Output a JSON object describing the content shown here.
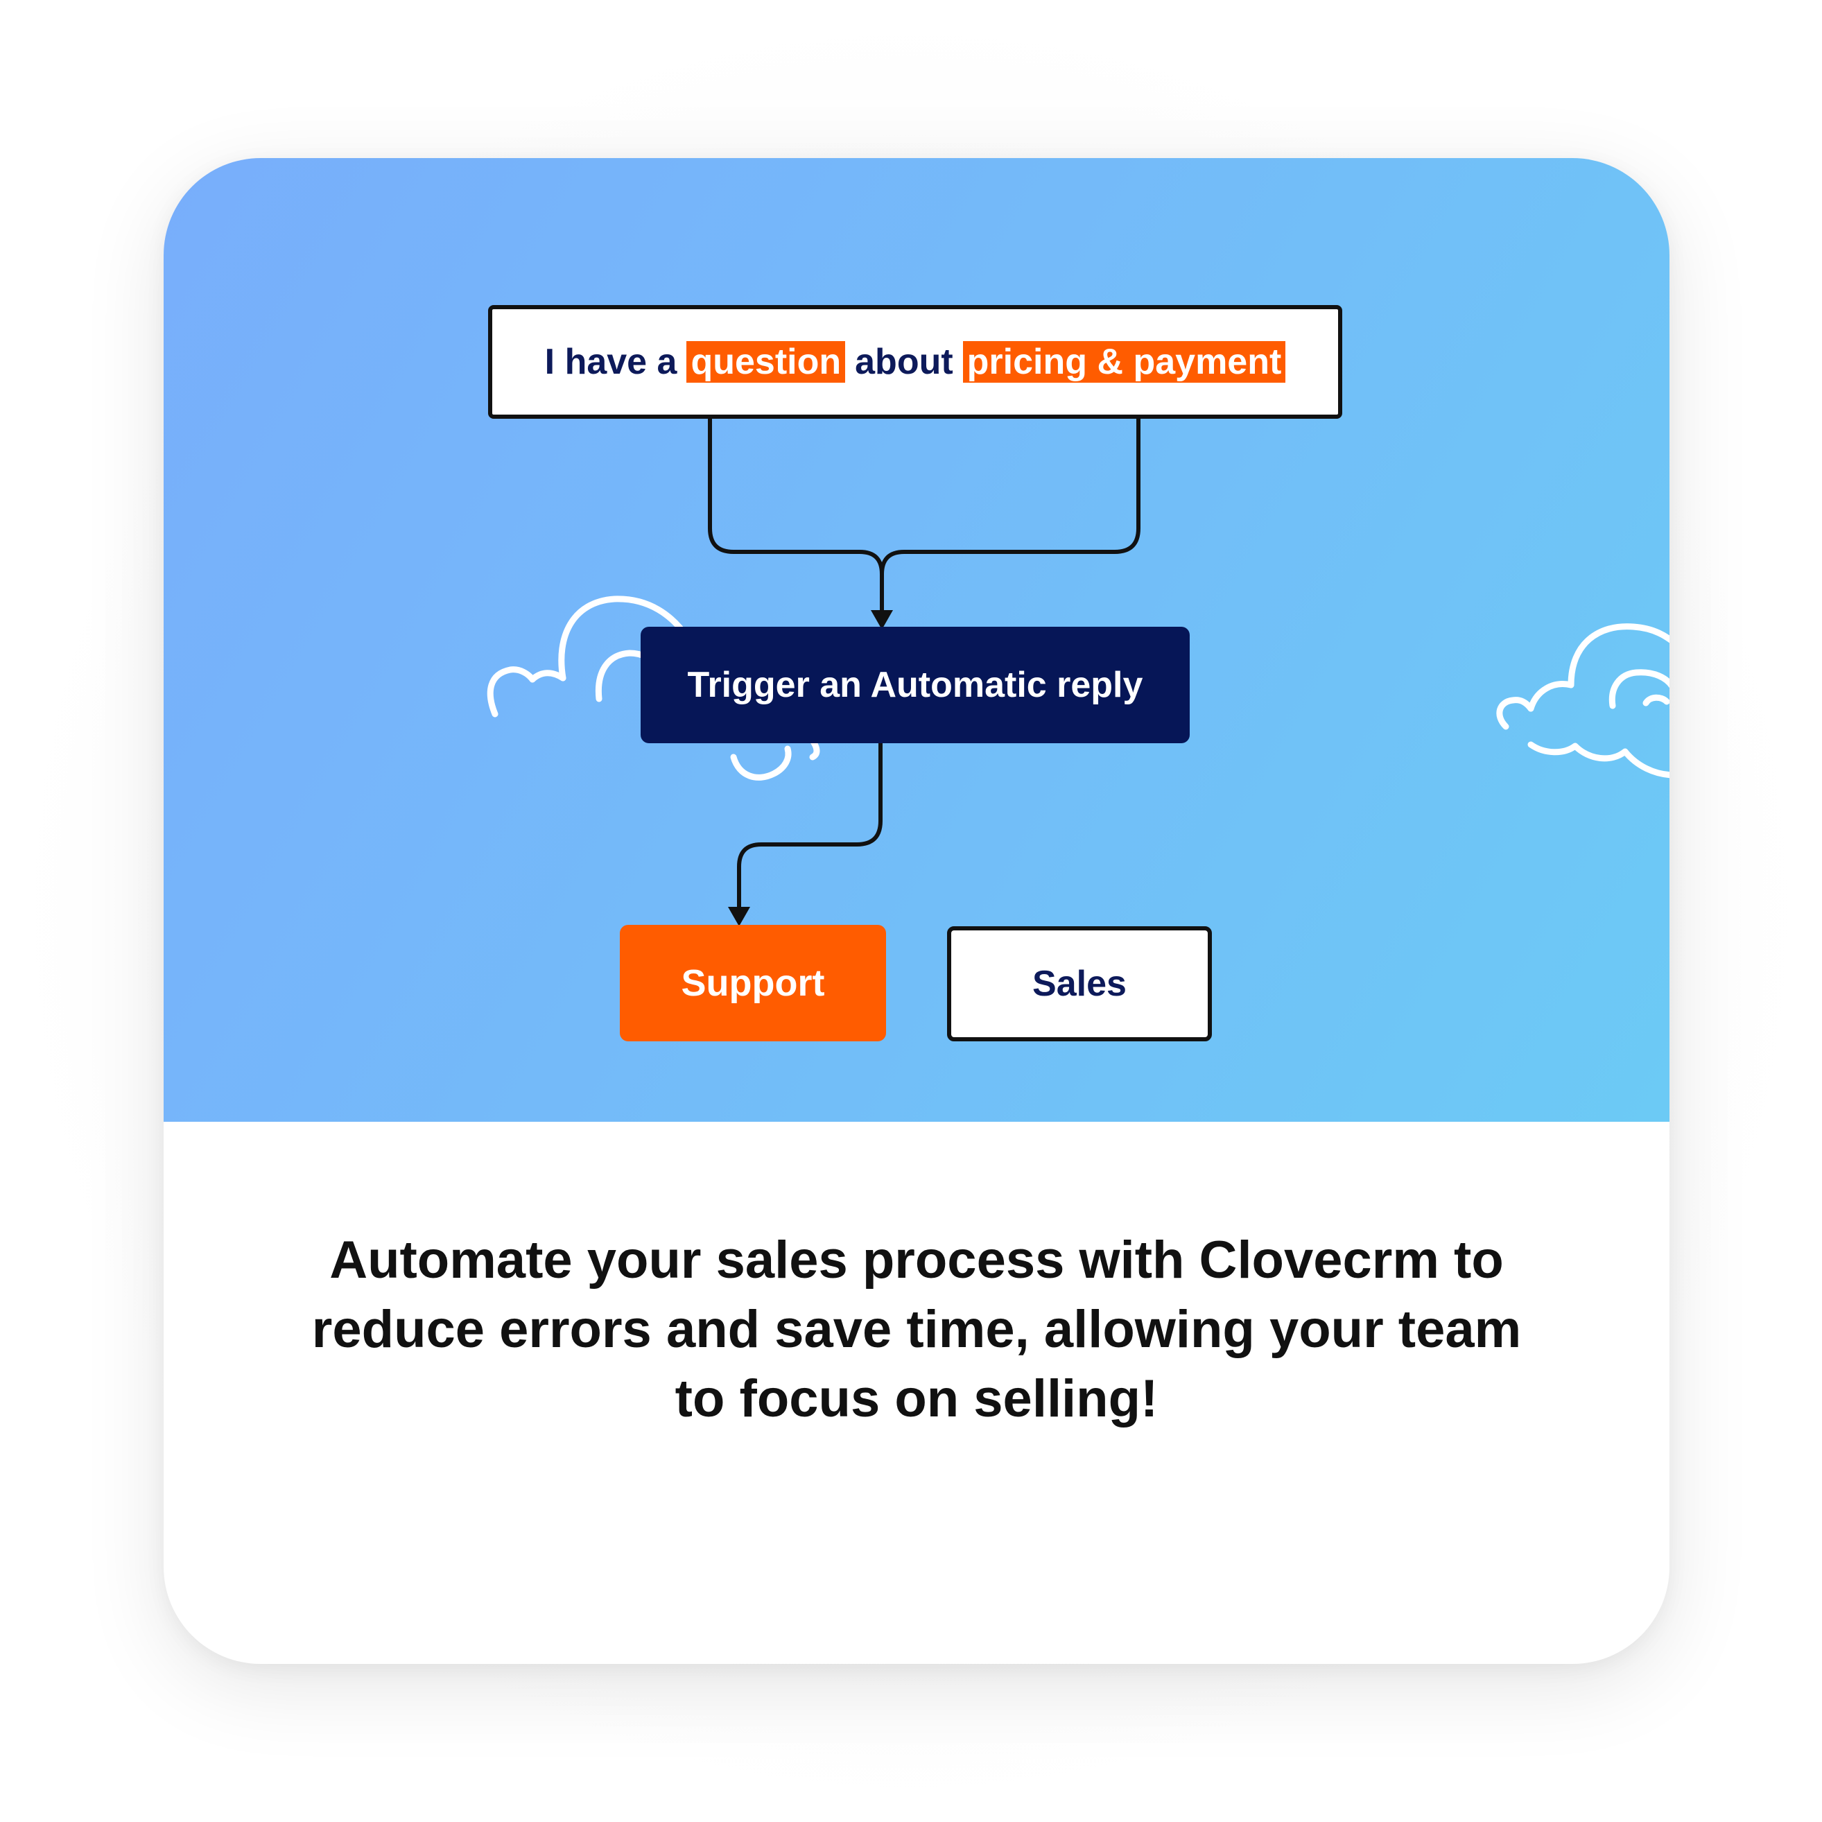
{
  "flow": {
    "message": {
      "part1": "I have a",
      "highlight1": "question",
      "part2": "about",
      "highlight2": "pricing & payment"
    },
    "trigger_label": "Trigger an Automatic reply",
    "outcomes": {
      "support_label": "Support",
      "sales_label": "Sales"
    }
  },
  "caption": {
    "line1": "Automate your sales process with Clovecrm to",
    "line2": "reduce errors and save time, allowing your team",
    "line3": "to focus on selling!"
  },
  "colors": {
    "accent_orange": "#ff5c00",
    "navy": "#061657",
    "text_navy": "#0d1a5a",
    "hero_gradient_start": "#78aefb",
    "hero_gradient_end": "#6ccaf5"
  },
  "icons": [
    "cloud-doodle-left",
    "cloud-doodle-right"
  ]
}
